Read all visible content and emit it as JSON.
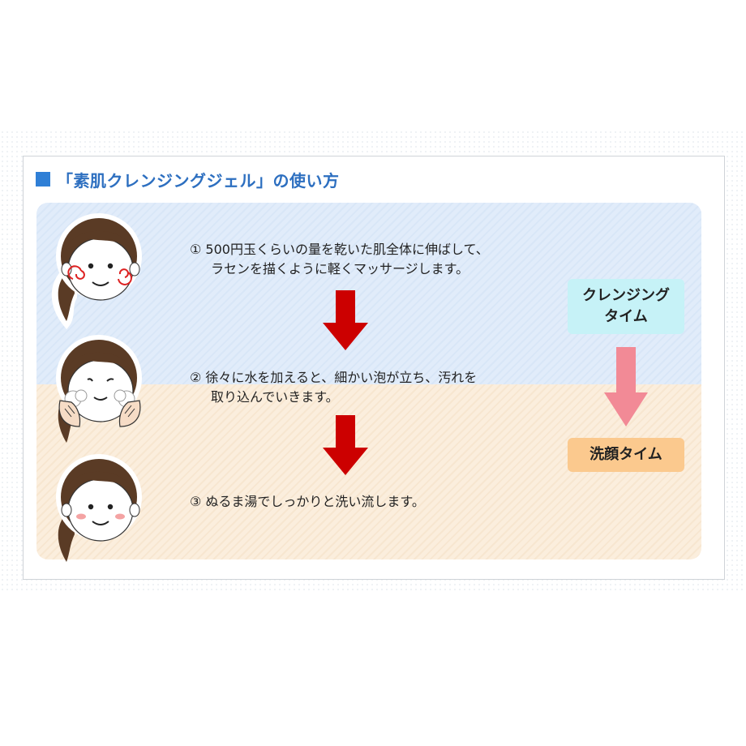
{
  "header": {
    "title": "「素肌クレンジングジェル」の使い方"
  },
  "steps": [
    {
      "line1": "① 500円玉くらいの量を乾いた肌全体に伸ばして、",
      "line2": "ラセンを描くように軽くマッサージします。"
    },
    {
      "line1": "② 徐々に水を加えると、細かい泡が立ち、汚れを",
      "line2": "取り込んでいきます。"
    },
    {
      "line1": "③ ぬるま湯でしっかりと洗い流します。",
      "line2": ""
    }
  ],
  "phases": {
    "cleansing_line1": "クレンジング",
    "cleansing_line2": "タイム",
    "wash": "洗顔タイム"
  },
  "colors": {
    "title": "#2d6fc0",
    "step_arrow": "#cc0000",
    "phase_arrow": "#f28a96",
    "cleansing_pill": "#c6f2f7",
    "wash_pill": "#fbc98e"
  },
  "icons": {
    "faces": [
      "woman-face-massage-icon",
      "woman-face-foam-icon",
      "woman-face-smile-icon"
    ],
    "arrows": [
      "arrow-down-icon"
    ]
  }
}
